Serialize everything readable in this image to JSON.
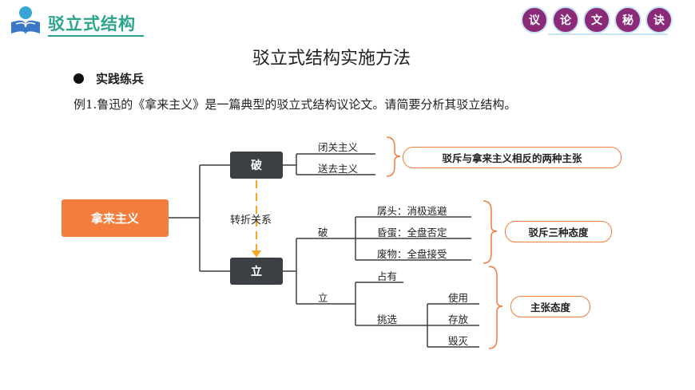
{
  "header": {
    "title": "驳立式结构",
    "badges": [
      "议",
      "论",
      "文",
      "秘",
      "诀"
    ]
  },
  "page_title": "驳立式结构实施方法",
  "section": {
    "title": "实践练兵"
  },
  "question": "例1.鲁迅的《拿来主义》是一篇典型的驳立式结构议论文。请简要分析其驳立结构。",
  "diagram": {
    "root": "拿来主义",
    "po": {
      "label": "破",
      "items": [
        "闭关主义",
        "送去主义"
      ],
      "summary": "驳斥与拿来主义相反的两种主张"
    },
    "transition": "转折关系",
    "li": {
      "label": "立",
      "po_sub": {
        "label": "破",
        "items": [
          "孱头：消极逃避",
          "昏蛋：全盘否定",
          "废物：全盘接受"
        ],
        "summary": "驳斥三种态度"
      },
      "li_sub": {
        "label": "立",
        "zhanyou": "占有",
        "tiaoxuan": "挑选",
        "items": [
          "使用",
          "存放",
          "毁灭"
        ],
        "summary": "主张态度"
      }
    }
  },
  "colors": {
    "accent": "#f47c3c",
    "dark_box": "#3c3f44",
    "brand": "#2aa58c",
    "badge": "#8a2a78"
  }
}
